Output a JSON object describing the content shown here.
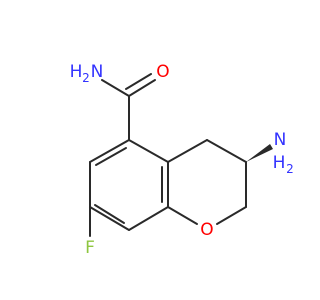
{
  "molecule": {
    "colors": {
      "bond": "#2a2a2a",
      "nitrogen": "#3333ff",
      "oxygen": "#ff0000",
      "fluorine": "#8ec63f"
    },
    "labels": {
      "amide_n": "H",
      "amide_n_sub": "2",
      "amide_n_n": "N",
      "carbonyl_o": "O",
      "amine_n": "N",
      "amine_h": "H",
      "amine_h_sub": "2",
      "ring_o": "O",
      "fluorine": "F"
    }
  }
}
